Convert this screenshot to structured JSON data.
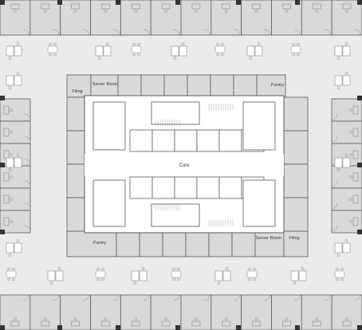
{
  "labels": {
    "filing_north": "Filing",
    "server_north": "Server Room",
    "pantry_north": "Pantry",
    "core": "Core",
    "pantry_south": "Pantry",
    "server_south": "Server Room",
    "filing_south": "Filing"
  },
  "colors": {
    "office_fill": "#d8d9d9",
    "corridor_fill": "#eaebeb",
    "core_fill": "#ffffff",
    "wall": "#5a5a5a",
    "column": "#333333",
    "furniture": "#8a8a8a"
  },
  "icons": {
    "columns": "structural-column-square",
    "doors": "door-swing-arc",
    "workstations": "desk-cluster",
    "conference": "meeting-table"
  }
}
